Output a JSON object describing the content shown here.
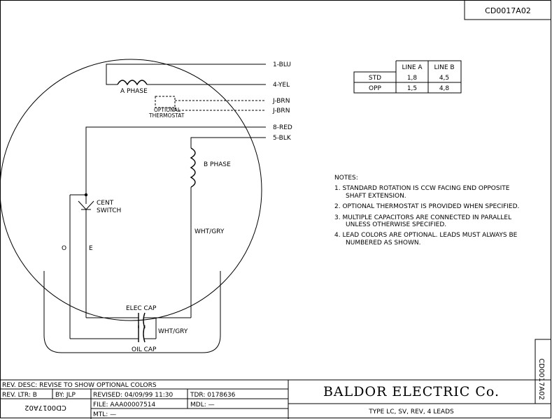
{
  "drawing_number": "CD0017A02",
  "leads": {
    "l1": "1-BLU",
    "l4": "4-YEL",
    "jb1": "J-BRN",
    "jb2": "J-BRN",
    "l8": "8-RED",
    "l5": "5-BLK"
  },
  "labels": {
    "a_phase": "A PHASE",
    "b_phase": "B PHASE",
    "optional": "OPTIONAL",
    "thermostat": "THERMOSTAT",
    "cent": "CENT",
    "switch": "SWITCH",
    "wht_gry_right": "WHT/GRY",
    "o": "O",
    "e": "E",
    "elec_cap": "ELEC CAP",
    "oil_cap": "OIL CAP",
    "wht_gry_cap": "WHT/GRY"
  },
  "line_table": {
    "headers": [
      "",
      "LINE A",
      "LINE B"
    ],
    "rows": [
      [
        "STD",
        "1,8",
        "4,5"
      ],
      [
        "OPP",
        "1,5",
        "4,8"
      ]
    ]
  },
  "notes": {
    "heading": "NOTES:",
    "n1a": "1. STANDARD ROTATION IS CCW FACING END OPPOSITE",
    "n1b": "SHAFT EXTENSION.",
    "n2": "2. OPTIONAL THERMOSTAT IS PROVIDED WHEN SPECIFIED.",
    "n3a": "3. MULTIPLE CAPACITORS ARE CONNECTED IN PARALLEL",
    "n3b": "UNLESS OTHERWISE SPECIFIED.",
    "n4a": "4. LEAD COLORS ARE OPTIONAL.  LEADS MUST ALWAYS BE",
    "n4b": "NUMBERED AS SHOWN."
  },
  "title_block": {
    "rev_desc": "REV. DESC:  REVISE TO SHOW OPTIONAL COLORS",
    "rev_ltr": "REV. LTR:  B",
    "by": "BY:  JLP",
    "revised": "REVISED: 04/09/99 11:30",
    "tdr": "TDR: 0178636",
    "file": "FILE: AAA00007514",
    "mdl": "MDL: —",
    "mtl": "MTL: —",
    "company": "BALDOR ELECTRIC Co.",
    "description": "TYPE LC, SV, REV, 4 LEADS"
  }
}
